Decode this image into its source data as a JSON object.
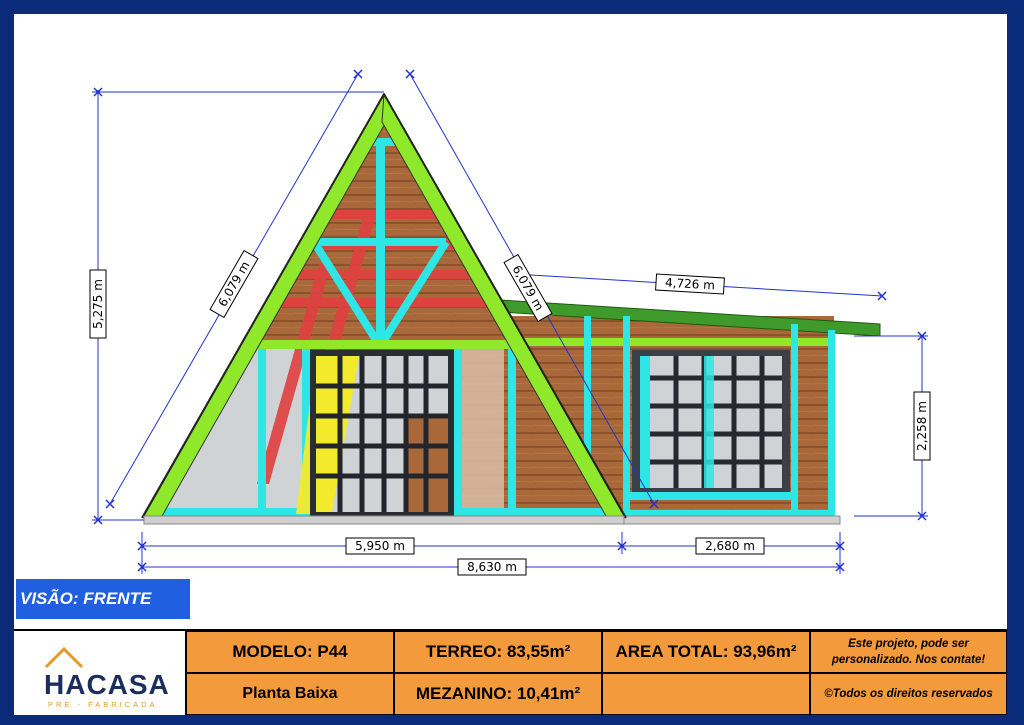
{
  "view_label": "VISÃO: FRENTE",
  "dimensions": {
    "height_total": "5,275 m",
    "rafter_left": "6,079 m",
    "rafter_right": "6,079 m",
    "annex_roof": "4,726 m",
    "annex_height": "2,258 m",
    "width_main": "5,950 m",
    "width_annex": "2,680 m",
    "width_total": "8,630 m"
  },
  "title_block": {
    "logo_name": "HACASA",
    "logo_sub": "PRE - FABRICADA",
    "model": "MODELO: P44",
    "plan": "Planta Baixa",
    "ground": "TERREO: 83,55m²",
    "mezzanine": "MEZANINO: 10,41m²",
    "total_area": "AREA TOTAL: 93,96m²",
    "custom_note": "Este projeto, pode ser personalizado. Nos contate!",
    "rights": "©Todos os direitos reservados"
  },
  "colors": {
    "frame_green": "#8fe82a",
    "post_cyan": "#2fe6e6",
    "wood": "#a8683a",
    "roof_green": "#3f9a2c",
    "brace_red": "#e04040",
    "title_orange": "#f39b3c",
    "view_blue": "#1f5fe0"
  }
}
